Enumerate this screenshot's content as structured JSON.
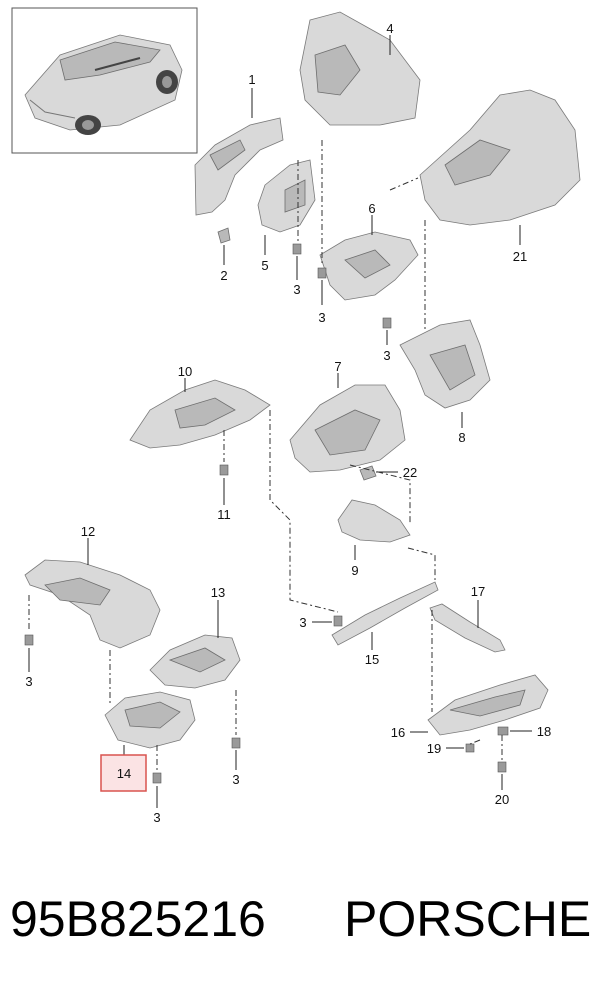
{
  "diagram": {
    "callouts": {
      "c1": "1",
      "c2": "2",
      "c3a": "3",
      "c3b": "3",
      "c3c": "3",
      "c3d": "3",
      "c3e": "3",
      "c3f": "3",
      "c3g": "3",
      "c4": "4",
      "c5": "5",
      "c6": "6",
      "c7": "7",
      "c8": "8",
      "c9": "9",
      "c10": "10",
      "c11": "11",
      "c12": "12",
      "c13": "13",
      "c14": "14",
      "c15": "15",
      "c16": "16",
      "c17": "17",
      "c18": "18",
      "c19": "19",
      "c20": "20",
      "c21": "21",
      "c22": "22"
    },
    "highlight_color": "#d9534f",
    "highlight_fill": "#fbe3e4"
  },
  "footer": {
    "part_number": "95B825216",
    "brand": "PORSCHE"
  }
}
